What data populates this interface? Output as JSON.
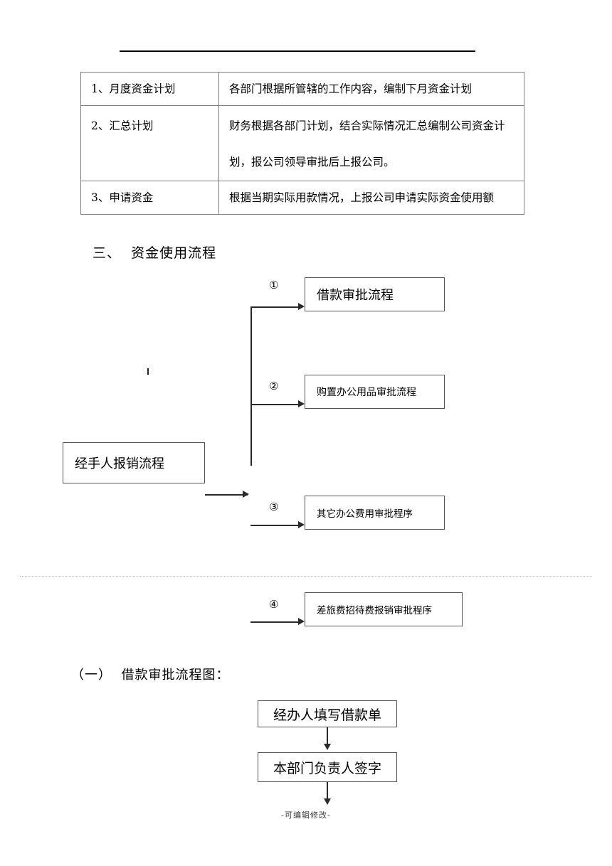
{
  "document": {
    "footer_note": "-可编辑修改-"
  },
  "table": {
    "rows": [
      {
        "label": "1、月度资金计划",
        "desc_lines": [
          "各部门根据所管辖的工作内容，编制下月资金计划"
        ]
      },
      {
        "label": "2、汇总计划",
        "desc_lines": [
          "财务根据各部门计划，结合实际情况汇总编制公司资金计",
          "划，报公司领导审批后上报公司。"
        ]
      },
      {
        "label": "3、申请资金",
        "desc_lines": [
          "根据当期实际用款情况，上报公司申请实际资金使用额"
        ]
      }
    ]
  },
  "sections": {
    "section_three": "三、  资金使用流程",
    "section_one": "（一）  借款审批流程图："
  },
  "flowchart": {
    "source_box": "经手人报销流程",
    "branches": [
      {
        "number": "①",
        "label": "借款审批流程"
      },
      {
        "number": "②",
        "label": "购置办公用品审批流程"
      },
      {
        "number": "③",
        "label": "其它办公费用审批程序"
      },
      {
        "number": "④",
        "label": "差旅费招待费报销审批程序"
      }
    ]
  },
  "loan_flow": {
    "steps": [
      "经办人填写借款单",
      "本部门负责人签字"
    ]
  }
}
